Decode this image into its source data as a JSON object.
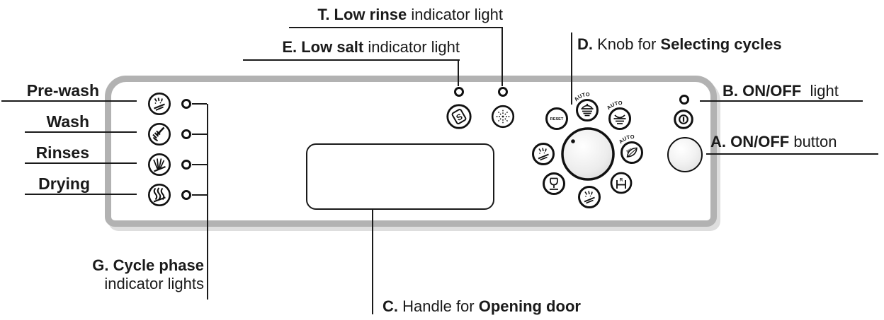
{
  "callouts": {
    "t_low_rinse": {
      "bold": "T. Low rinse",
      "rest": " indicator light"
    },
    "e_low_salt": {
      "bold": "E. Low salt",
      "rest": " indicator light"
    },
    "d_knob": {
      "b1": "D.",
      "r1": " Knob for ",
      "b2": "Selecting cycles"
    },
    "b_onoff_light": {
      "b1": "B.",
      "b2": " ON/OFF",
      "r1": "  light"
    },
    "a_onoff_button": {
      "b1": "A.",
      "b2": " ON/OFF",
      "r1": " button"
    },
    "c_handle": {
      "b1": "C.",
      "r1": " Handle for ",
      "b2": "Opening door"
    },
    "g_cycle_phase": {
      "bold": "G. Cycle phase",
      "rest": "indicator lights"
    }
  },
  "phases": [
    {
      "label": "Pre-wash",
      "icon": "pre-wash-icon"
    },
    {
      "label": "Wash",
      "icon": "wash-icon"
    },
    {
      "label": "Rinses",
      "icon": "rinses-icon"
    },
    {
      "label": "Drying",
      "icon": "drying-icon"
    }
  ],
  "panel_buttons": {
    "reset": "RESET",
    "auto": "AUTO",
    "bio": "BIO",
    "rinse_hold": "R",
    "salt": "S"
  },
  "colors": {
    "panel_border": "#b2b2b2",
    "panel_shadow": "#dedede",
    "ink": "#1a1a1a"
  }
}
